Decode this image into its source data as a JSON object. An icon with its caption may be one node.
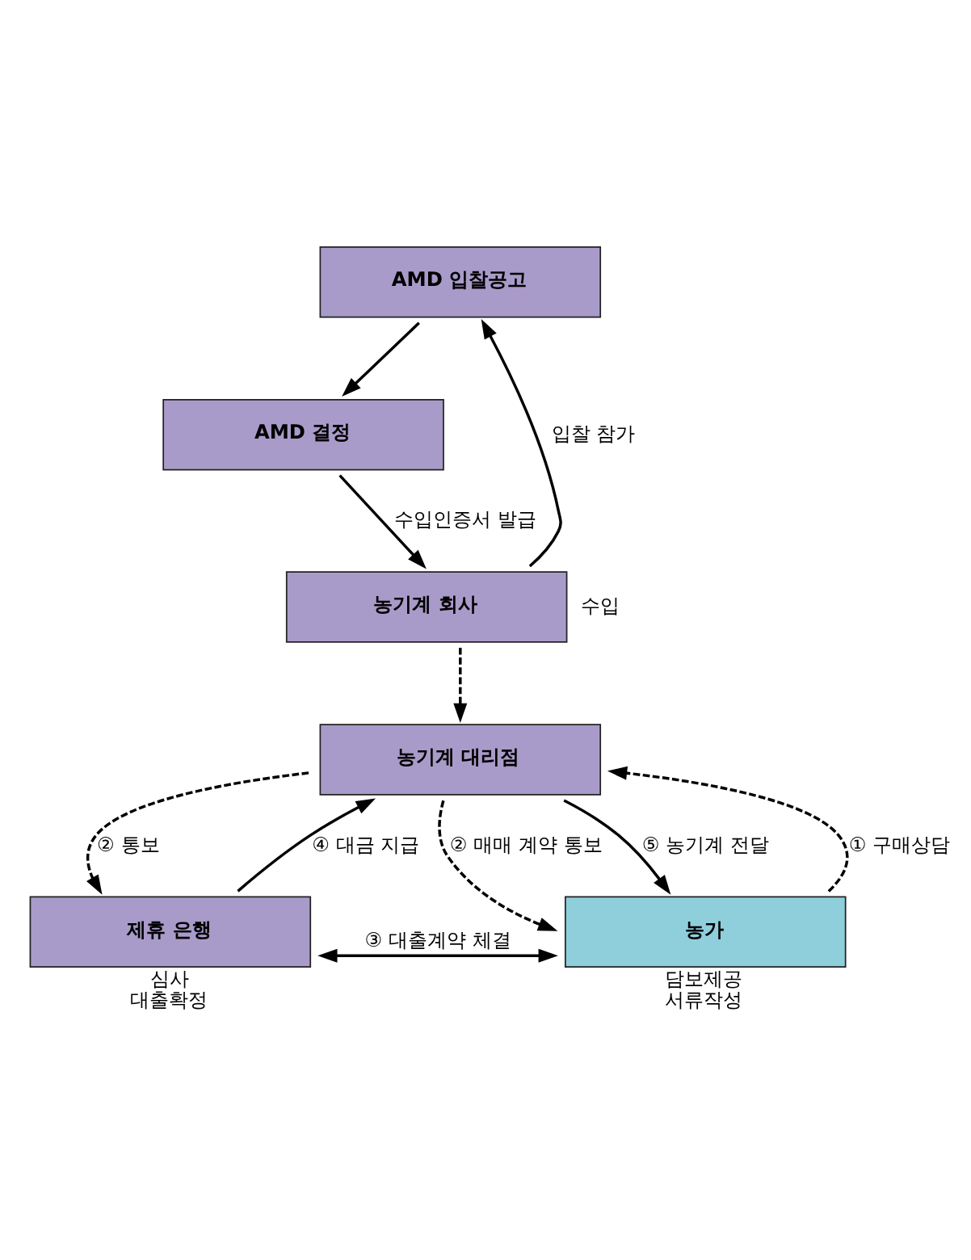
{
  "diagram": {
    "nodes": [
      {
        "text": [
          "AMD 입찰공고"
        ]
      },
      {
        "text": [
          "AMD 결정"
        ]
      },
      {
        "text": [
          "농기계 회사"
        ],
        "beside": [
          "수입"
        ]
      },
      {
        "text": [
          "농기계 대리점"
        ]
      },
      {
        "text": [
          "제휴 은행"
        ],
        "beside": [
          "심사",
          "대출확정"
        ]
      },
      {
        "text": [
          "농가"
        ],
        "beside": [
          "담보제공",
          "서류작성"
        ]
      }
    ],
    "edges": [
      {
        "from": 0,
        "to": 1,
        "arrow": "to"
      },
      {
        "from": 1,
        "to": 2,
        "arrow": "to",
        "label": "수입인증서 발급"
      },
      {
        "from": 2,
        "to": 0,
        "arrow": "to",
        "label": "입찰 참가"
      },
      {
        "from": 2,
        "to": 3,
        "arrow": "to",
        "style": "dashed"
      },
      {
        "from": 5,
        "to": 3,
        "arrow": "to",
        "style": "dashed",
        "label": "① 구매상담"
      },
      {
        "from": 3,
        "to": 4,
        "arrow": "to",
        "style": "dashed",
        "label": "② 통보"
      },
      {
        "from": 3,
        "to": 5,
        "arrow": "to",
        "style": "dashed",
        "label": "② 매매 계약 통보"
      },
      {
        "from": 4,
        "to": 3,
        "arrow": "to",
        "label": "④ 대금 지급"
      },
      {
        "from": 3,
        "to": 5,
        "arrow": "to",
        "label": "⑤ 농기계 전달"
      },
      {
        "from": 4,
        "to": 5,
        "arrow": "both",
        "label": "③ 대출계약 체결"
      }
    ]
  }
}
